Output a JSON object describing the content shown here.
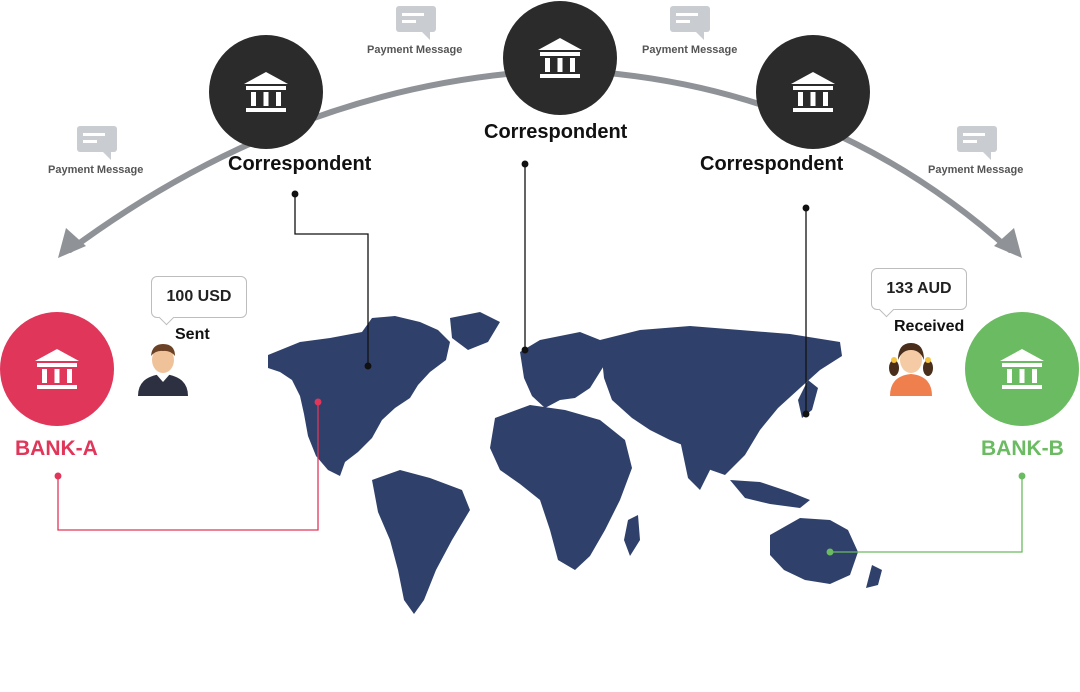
{
  "colors": {
    "correspondent": "#2b2b2b",
    "bank_a": "#e0365a",
    "bank_b": "#6bbb62",
    "map": "#2f416b",
    "arrow": "#8f9296",
    "message_icon": "#c9ccd0"
  },
  "correspondents": [
    {
      "label": "Correspondent",
      "icon": "bank-building-icon"
    },
    {
      "label": "Correspondent",
      "icon": "bank-building-icon"
    },
    {
      "label": "Correspondent",
      "icon": "bank-building-icon"
    }
  ],
  "messages": [
    {
      "label": "Payment Message",
      "icon": "chat-bubble-icon"
    },
    {
      "label": "Payment Message",
      "icon": "chat-bubble-icon"
    },
    {
      "label": "Payment Message",
      "icon": "chat-bubble-icon"
    },
    {
      "label": "Payment Message",
      "icon": "chat-bubble-icon"
    }
  ],
  "bank_a": {
    "label": "BANK-A",
    "icon": "bank-building-icon"
  },
  "bank_b": {
    "label": "BANK-B",
    "icon": "bank-building-icon"
  },
  "sender": {
    "amount": "100 USD",
    "status": "Sent",
    "icon": "man-avatar-icon"
  },
  "receiver": {
    "amount": "133 AUD",
    "status": "Received",
    "icon": "woman-avatar-icon"
  }
}
